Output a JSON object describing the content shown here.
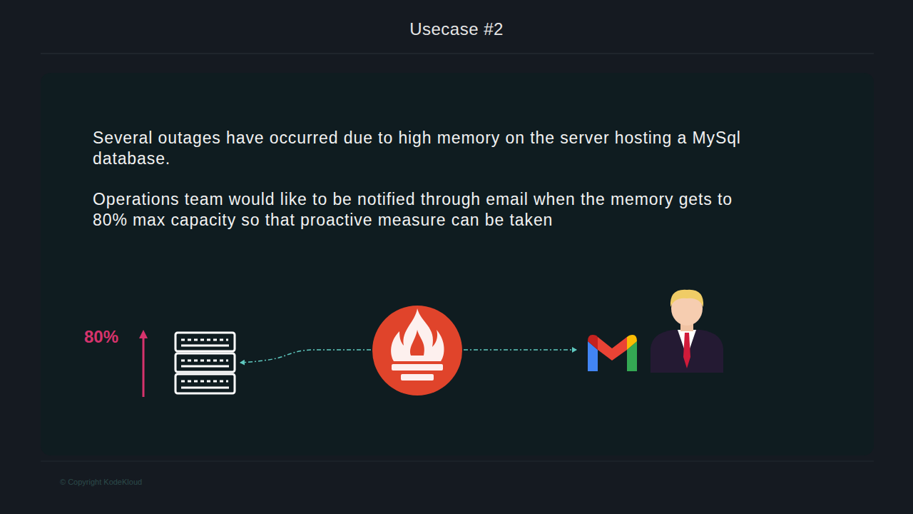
{
  "diagram": {
    "title": "Usecase #2",
    "labels": [
      "Several outages have occurred due to high memory on the server hosting a MySql database.",
      "Operations team would like to be notified through email when the memory gets to 80% max capacity so that proactive measure can be taken",
      "80%",
      "© Copyright KodeKloud"
    ]
  }
}
